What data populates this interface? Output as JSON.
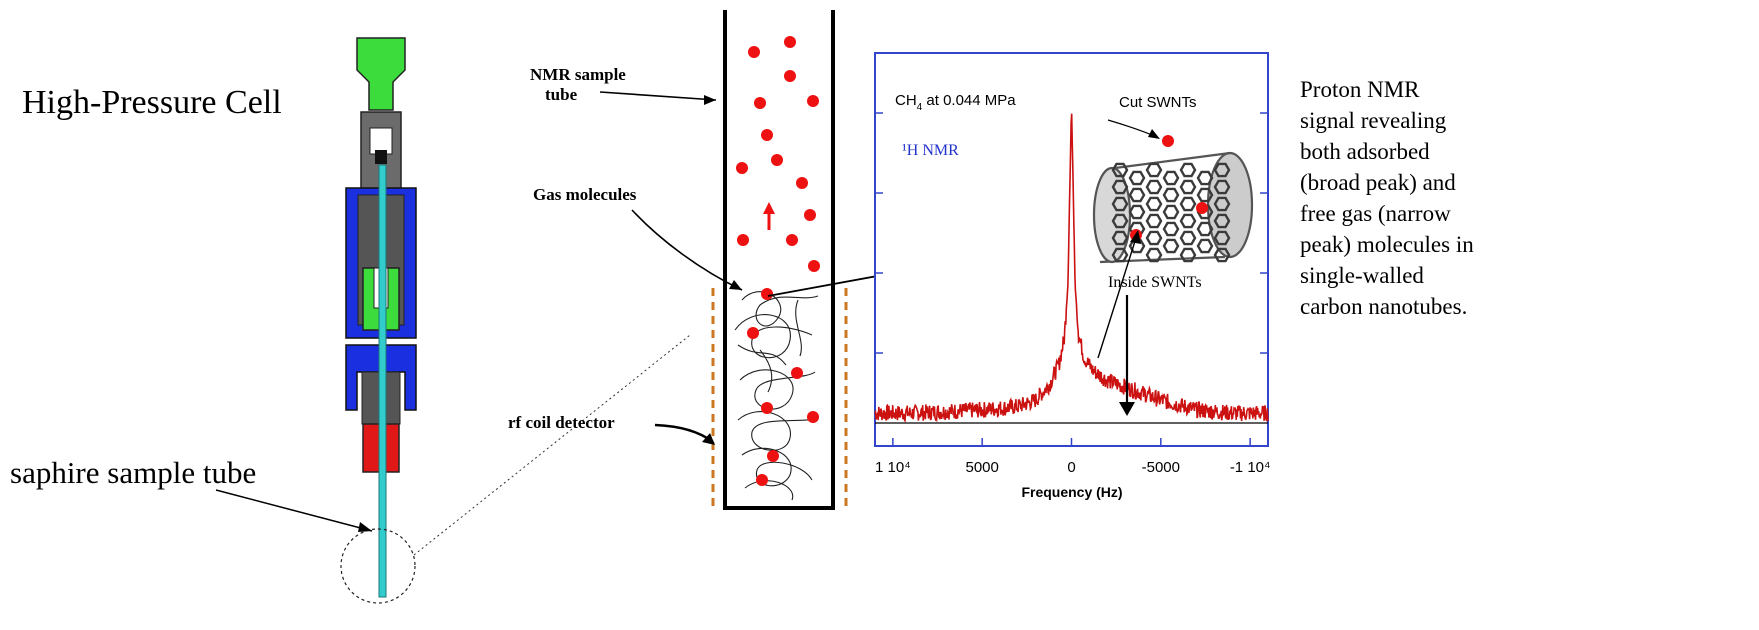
{
  "cell": {
    "title": "High-Pressure Cell",
    "sample_tube_label": "saphire sample tube",
    "colors": {
      "cap": "#3ddc3d",
      "body": "#555555",
      "jacket": "#1a2fe0",
      "base": "#e01818",
      "capillary": "#33cccc"
    }
  },
  "tube": {
    "nmr_tube_label": [
      "NMR sample",
      "tube"
    ],
    "gas_label": "Gas molecules",
    "coil_label": "rf coil detector",
    "molecule_color": "#ee1111",
    "coil_color": "#cc7722"
  },
  "spectrum": {
    "annotation_line1": "CH",
    "annotation_sub": "4",
    "annotation_line2": " at 0.044 MPa",
    "nucleus_label": "¹H NMR",
    "cut_label": "Cut SWNTs",
    "inside_label": "Inside SWNTs",
    "xlabel": "Frequency (Hz)",
    "x_ticks": [
      {
        "value": 10000,
        "label": "1 10⁴"
      },
      {
        "value": 5000,
        "label": "5000"
      },
      {
        "value": 0,
        "label": "0"
      },
      {
        "value": -5000,
        "label": "-5000"
      },
      {
        "value": -10000,
        "label": "-1 10⁴"
      }
    ],
    "colors": {
      "frame": "#3344cc",
      "trace": "#cc1111",
      "nucleus_text": "#2233cc"
    }
  },
  "chart_data": {
    "type": "line",
    "title": "",
    "xlabel": "Frequency (Hz)",
    "ylabel": "",
    "xlim": [
      11000,
      -11000
    ],
    "ylim": [
      0,
      1
    ],
    "series": [
      {
        "x": [
          11000,
          9000,
          7000,
          5000,
          3000,
          2000,
          1200,
          700,
          400,
          200,
          100,
          0,
          -100,
          -200,
          -400,
          -700,
          -1200,
          -2000,
          -3000,
          -5000,
          -7000,
          -9000,
          -11000
        ],
        "values": [
          0.03,
          0.03,
          0.035,
          0.04,
          0.05,
          0.07,
          0.12,
          0.18,
          0.26,
          0.42,
          0.7,
          0.97,
          0.7,
          0.42,
          0.27,
          0.2,
          0.16,
          0.13,
          0.11,
          0.07,
          0.04,
          0.03,
          0.03
        ]
      }
    ]
  },
  "caption": {
    "lines": [
      "Proton NMR",
      "signal revealing",
      "both adsorbed",
      "(broad peak) and",
      "free gas (narrow",
      "peak) molecules in",
      "single-walled",
      "carbon nanotubes."
    ]
  }
}
